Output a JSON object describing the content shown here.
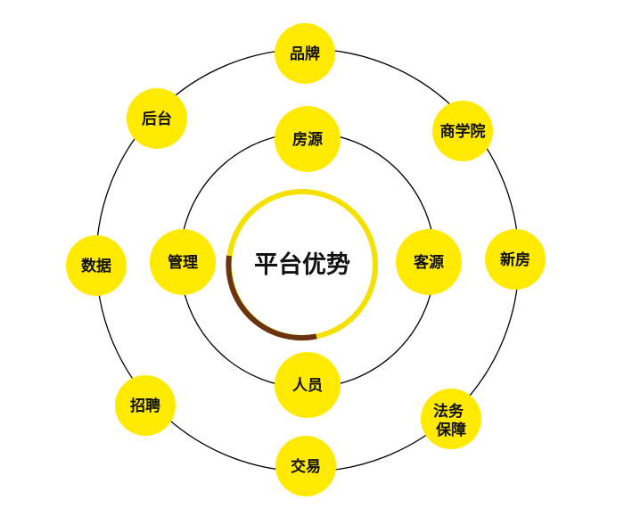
{
  "center": {
    "label": "平台优势"
  },
  "inner_nodes": [
    {
      "label": "房源"
    },
    {
      "label": "客源"
    },
    {
      "label": "人员"
    },
    {
      "label": "管理"
    }
  ],
  "outer_nodes": [
    {
      "label": "品牌"
    },
    {
      "label": "商学院"
    },
    {
      "label": "新房"
    },
    {
      "label": "法务\n保障"
    },
    {
      "label": "交易"
    },
    {
      "label": "招聘"
    },
    {
      "label": "数据"
    },
    {
      "label": "后台"
    }
  ],
  "colors": {
    "node_fill": "#FFEA00",
    "ring_stroke": "#000000",
    "center_ring_yellow": "#F5E100",
    "center_ring_brown": "#6B3410"
  }
}
